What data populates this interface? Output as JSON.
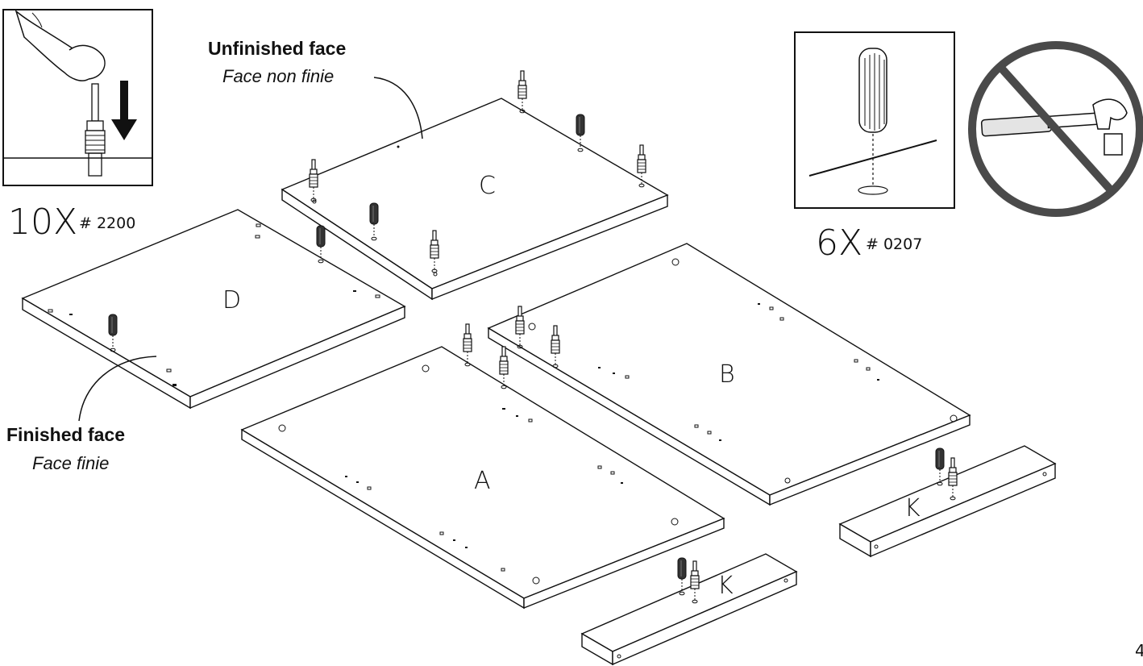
{
  "labels": {
    "unfinished_face_en": "Unfinished face",
    "unfinished_face_fr": "Face non finie",
    "finished_face_en": "Finished face",
    "finished_face_fr": "Face finie"
  },
  "parts": {
    "panel_a": "A",
    "panel_b": "B",
    "panel_c": "C",
    "panel_d": "D",
    "rail_k1": "K",
    "rail_k2": "K"
  },
  "hardware": [
    {
      "qty": "10X",
      "part_no": "# 2200"
    },
    {
      "qty": "6X",
      "part_no": "# 0207"
    }
  ],
  "page_number": "4"
}
